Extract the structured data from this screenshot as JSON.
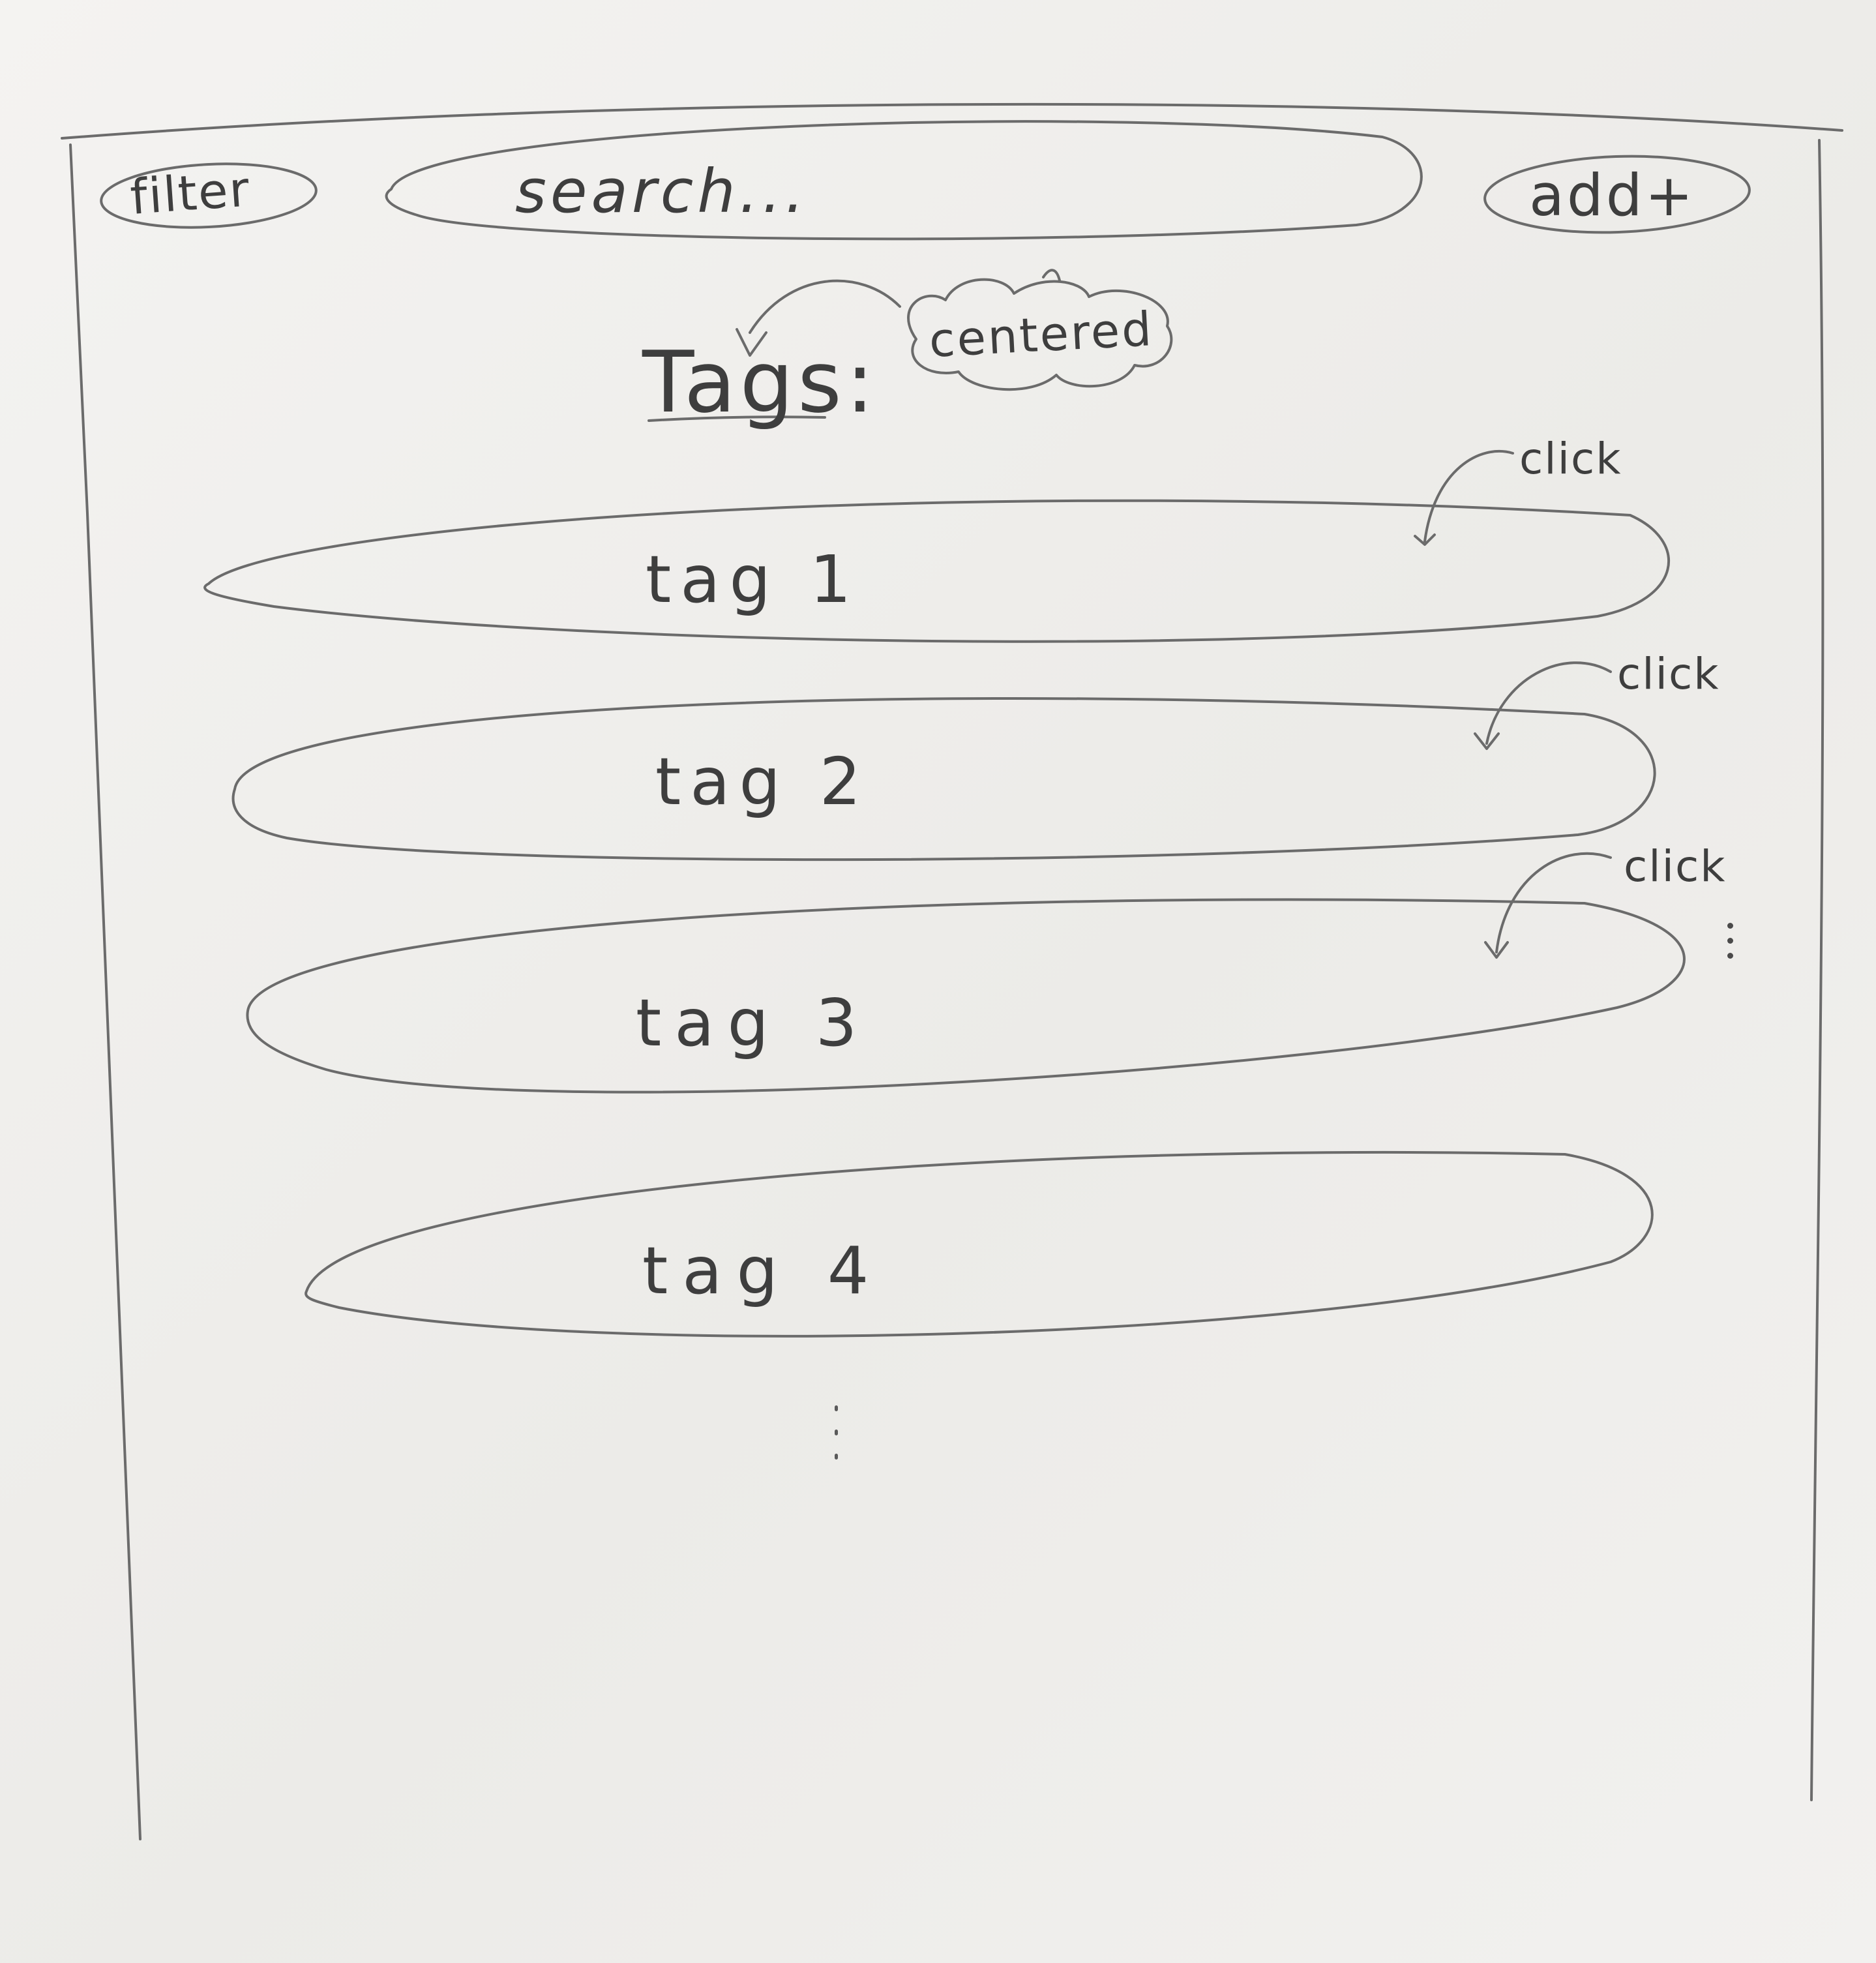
{
  "header": {
    "filter_label": "filter",
    "search_placeholder": "search...",
    "add_label": "add+"
  },
  "main": {
    "title": "Tags:",
    "annotation": "centered",
    "tags": [
      {
        "label": "tag 1",
        "note": "click"
      },
      {
        "label": "tag 2",
        "note": "click"
      },
      {
        "label": "tag 3",
        "note": "click"
      },
      {
        "label": "tag 4"
      }
    ],
    "more_indicator": "more-vertical-icon",
    "row_menu_icon": "kebab-menu-icon"
  },
  "colors": {
    "pencil": "#3e3e3e",
    "paper": "#f1f0ee"
  }
}
